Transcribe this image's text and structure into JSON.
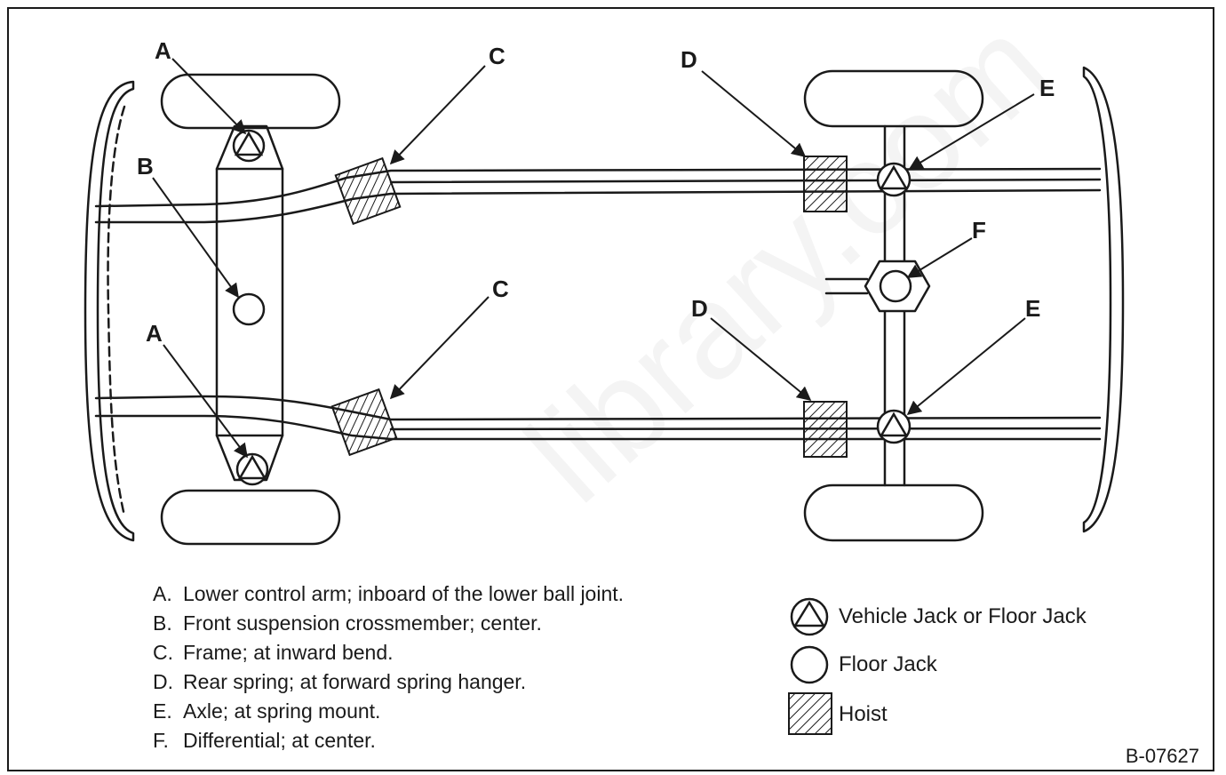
{
  "callouts": {
    "a_top": "A",
    "b": "B",
    "c_top": "C",
    "d_top": "D",
    "e_top": "E",
    "f": "F",
    "a_bottom": "A",
    "c_bottom": "C",
    "d_bottom": "D",
    "e_bottom": "E"
  },
  "legend": [
    {
      "letter": "A.",
      "text": "Lower control arm; inboard of the lower ball joint."
    },
    {
      "letter": "B.",
      "text": "Front suspension crossmember; center."
    },
    {
      "letter": "C.",
      "text": "Frame; at inward bend."
    },
    {
      "letter": "D.",
      "text": "Rear spring; at forward spring hanger."
    },
    {
      "letter": "E.",
      "text": "Axle; at spring mount."
    },
    {
      "letter": "F.",
      "text": "Differential; at center."
    }
  ],
  "key": {
    "triangle": "Vehicle Jack or Floor Jack",
    "circle": "Floor Jack",
    "hatch": "Hoist"
  },
  "figure_id": "B-07627",
  "watermark": "library.com"
}
